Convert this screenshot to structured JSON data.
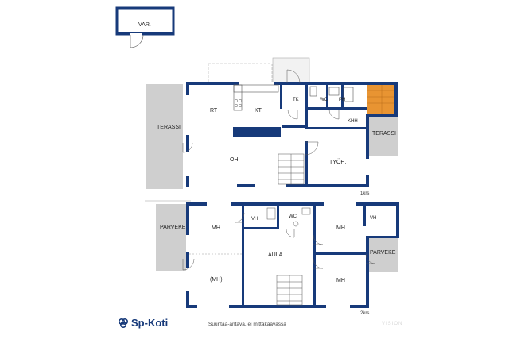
{
  "colors": {
    "wall": "#173a7a",
    "terrace": "#cfcfcf",
    "sauna": "#e89432",
    "brand": "#173a7a"
  },
  "storage": {
    "label": "VAR."
  },
  "floor1": {
    "title": "1krs",
    "rooms": {
      "rt": "RT",
      "kt": "KT",
      "tk": "TK",
      "wc": "WC",
      "ph": "PH",
      "khh": "KHH",
      "oh": "OH",
      "tyoh": "TYÖH.",
      "terrace_left": "TERASSI",
      "terrace_right": "TERASSI"
    }
  },
  "floor2": {
    "title": "2krs",
    "rooms": {
      "parveke_left": "PARVEKE",
      "mh_top_left": "MH",
      "mh_bottom_left": "(MH)",
      "vh_left": "VH",
      "wc": "WC",
      "mh_top_right": "MH",
      "vh_right": "VH",
      "aula": "AULA",
      "mh_bottom_right": "MH",
      "parveke_right": "PARVEKE"
    }
  },
  "footer": {
    "brand_name": "Sp-Koti",
    "brand_icon": "sp-koti-logo-icon",
    "note": "Suuntaa-antava, ei mittakaavassa",
    "watermark": "VISION"
  }
}
